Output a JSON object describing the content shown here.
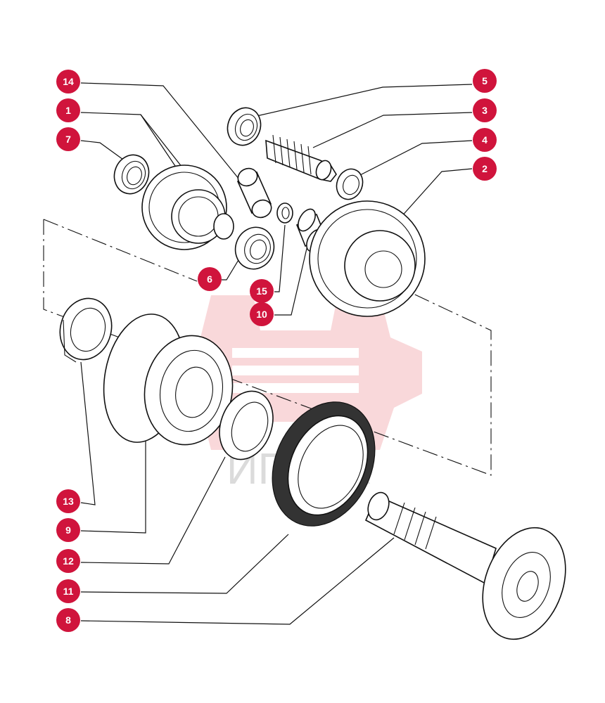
{
  "colors": {
    "badge": "#d0143c",
    "watermark": "#e8505b",
    "line": "#111111"
  },
  "watermark": {
    "logo": "gear-logo-watermark",
    "text": "ИПТЕК"
  },
  "callouts": [
    {
      "id": "c14",
      "label": "14"
    },
    {
      "id": "c1",
      "label": "1"
    },
    {
      "id": "c7",
      "label": "7"
    },
    {
      "id": "c6",
      "label": "6"
    },
    {
      "id": "c15",
      "label": "15"
    },
    {
      "id": "c10",
      "label": "10"
    },
    {
      "id": "c5",
      "label": "5"
    },
    {
      "id": "c3",
      "label": "3"
    },
    {
      "id": "c4",
      "label": "4"
    },
    {
      "id": "c2",
      "label": "2"
    },
    {
      "id": "c13",
      "label": "13"
    },
    {
      "id": "c9",
      "label": "9"
    },
    {
      "id": "c12",
      "label": "12"
    },
    {
      "id": "c11",
      "label": "11"
    },
    {
      "id": "c8",
      "label": "8"
    }
  ]
}
